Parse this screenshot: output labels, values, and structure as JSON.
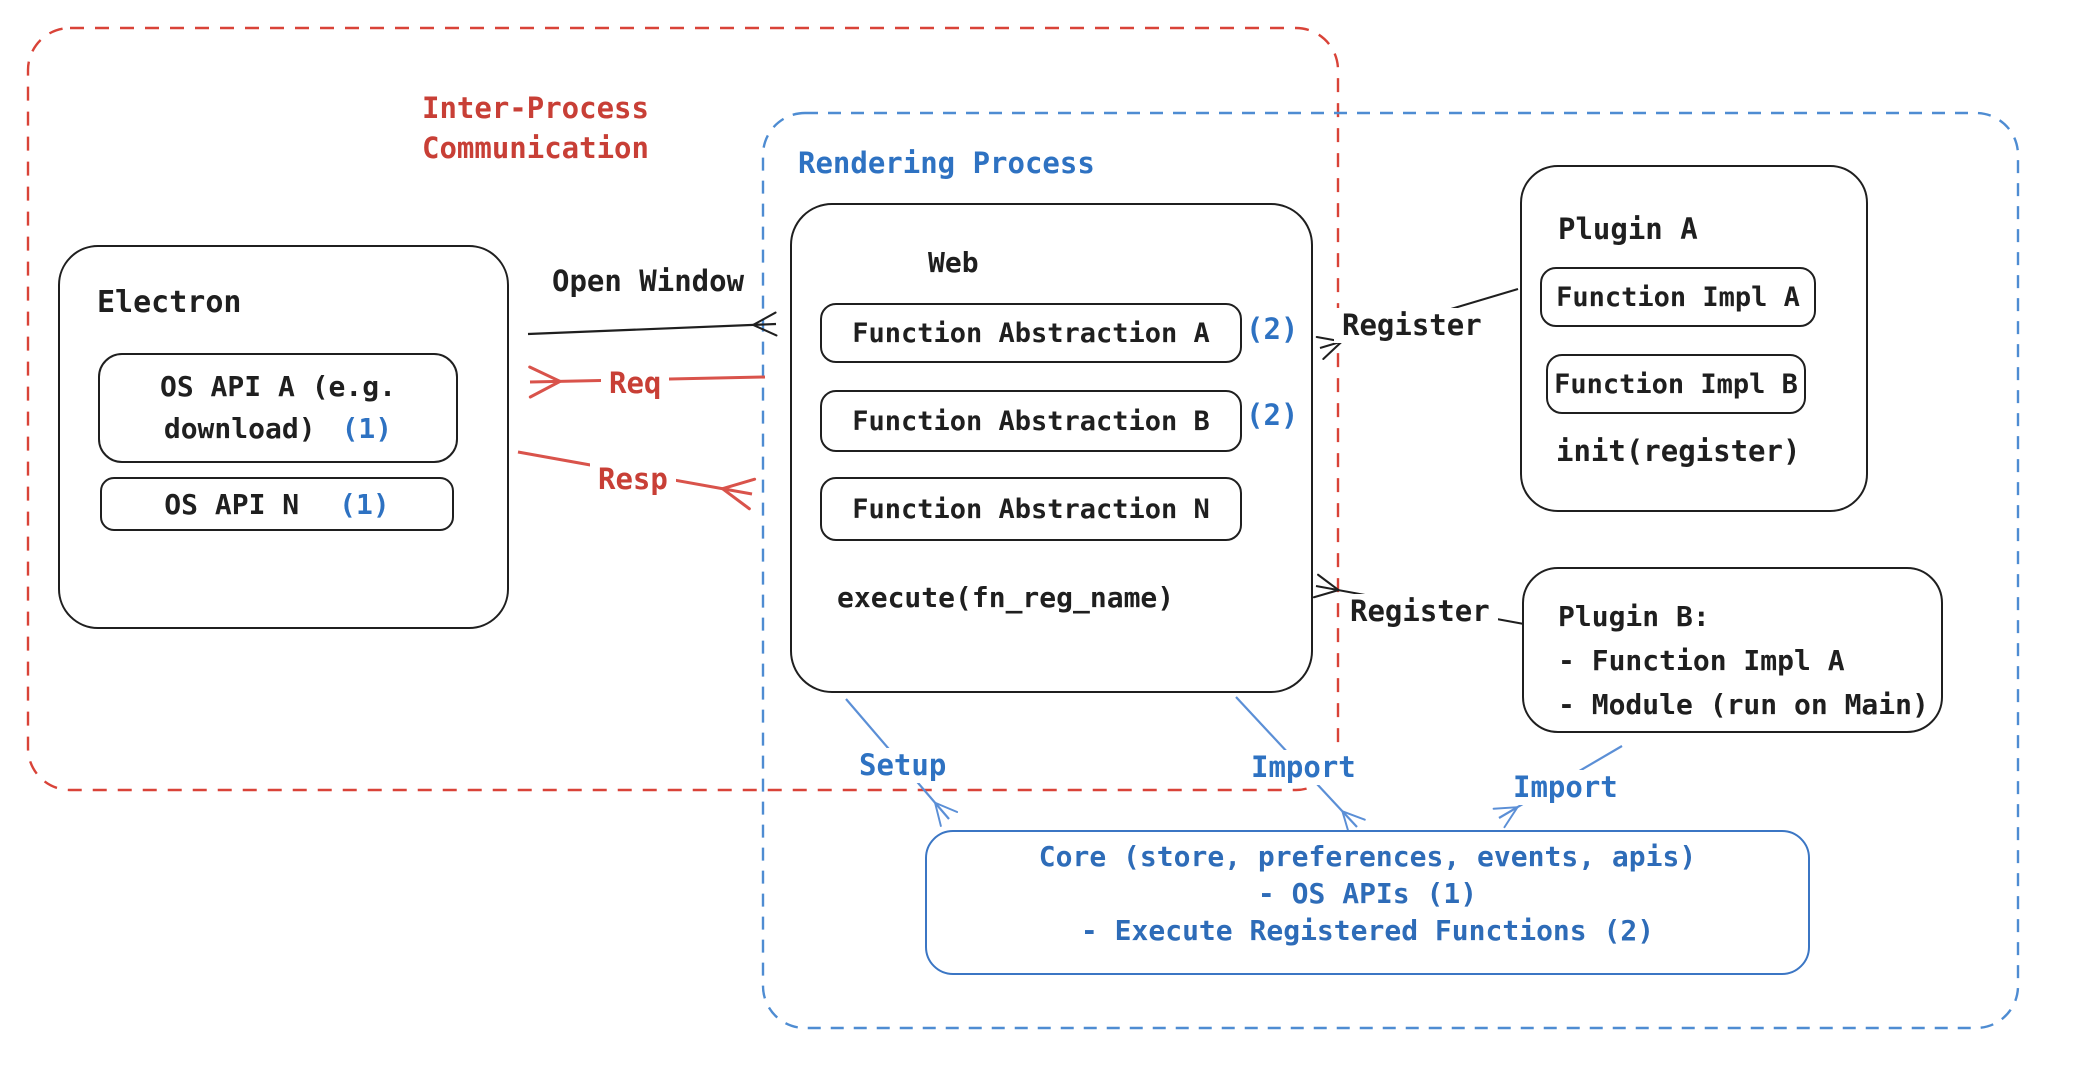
{
  "groups": {
    "ipc": {
      "label_line1": "Inter-Process",
      "label_line2": "Communication"
    },
    "rendering": {
      "label": "Rendering Process"
    }
  },
  "electron": {
    "title": "Electron",
    "os_api_a": {
      "line1": "OS API A (e.g.",
      "line2": "download)",
      "badge": "(1)"
    },
    "os_api_n": {
      "label": "OS API N",
      "badge": "(1)"
    }
  },
  "web": {
    "title": "Web",
    "fn_abstraction_a": {
      "label": "Function Abstraction A",
      "badge": "(2)"
    },
    "fn_abstraction_b": {
      "label": "Function Abstraction B",
      "badge": "(2)"
    },
    "fn_abstraction_n": {
      "label": "Function Abstraction N"
    },
    "execute": "execute(fn_reg_name)"
  },
  "plugin_a": {
    "title": "Plugin A",
    "impl_a": "Function Impl A",
    "impl_b": "Function Impl B",
    "init": "init(register)"
  },
  "plugin_b": {
    "title": "Plugin B:",
    "item1": "- Function Impl A",
    "item2": "- Module (run on Main)"
  },
  "core": {
    "line1": "Core (store, preferences, events, apis)",
    "line2": "- OS APIs (1)",
    "line3": "- Execute Registered Functions (2)"
  },
  "arrows": {
    "open_window": "Open Window",
    "req": "Req",
    "resp": "Resp",
    "register_a": "Register",
    "register_b": "Register",
    "setup": "Setup",
    "import_web": "Import",
    "import_plugin_b": "Import"
  },
  "colors": {
    "ink": "#1f1f1f",
    "red_text": "#c83f36",
    "red_line": "#d9534b",
    "red_dash": "#d94338",
    "blue_text": "#2e72c2",
    "blue_dash": "#4e8cd2",
    "blue_line": "#5b8fd6",
    "core_border": "#3b76c4",
    "core_text": "#2e6cb8"
  }
}
